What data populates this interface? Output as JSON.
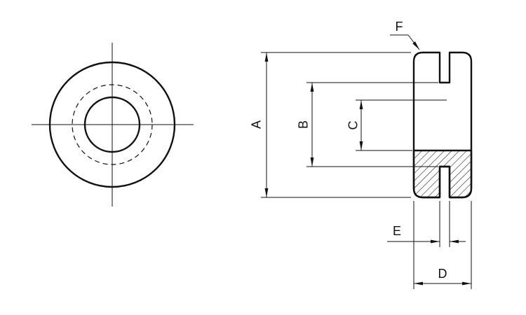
{
  "drawing": {
    "labels": {
      "dim_a": "A",
      "dim_b": "B",
      "dim_c": "C",
      "dim_d": "D",
      "dim_e": "E",
      "dim_f": "F"
    },
    "colors": {
      "line": "#111111",
      "background": "#ffffff"
    }
  }
}
